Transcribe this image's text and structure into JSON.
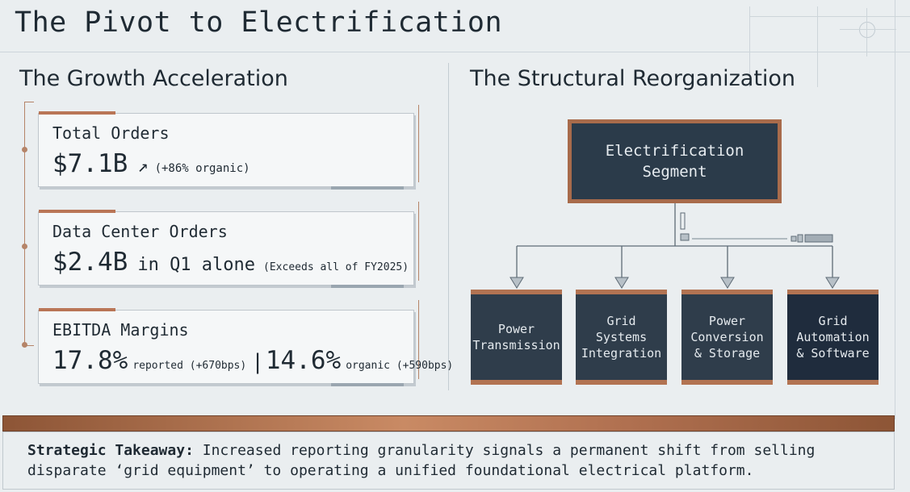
{
  "title": "The Pivot to Electrification",
  "left": {
    "heading": "The Growth Acceleration",
    "cards": [
      {
        "label": "Total Orders",
        "value": "$7.1B",
        "arrow": "↗",
        "note": "(+86% organic)"
      },
      {
        "label": "Data Center Orders",
        "value": "$2.4B",
        "suffix": "in Q1 alone",
        "note": "(Exceeds all of FY2025)"
      },
      {
        "label": "EBITDA Margins",
        "value1": "17.8%",
        "note1": "reported (+670bps)",
        "separator": "|",
        "value2": "14.6%",
        "note2": "organic (+590bps)"
      }
    ]
  },
  "right": {
    "heading": "The Structural Reorganization",
    "parent": "Electrification\nSegment",
    "segments": [
      "Power\nTransmission",
      "Grid\nSystems\nIntegration",
      "Power\nConversion\n& Storage",
      "Grid\nAutomation\n& Software"
    ]
  },
  "takeaway": {
    "label": "Strategic Takeaway:",
    "text": "Increased reporting granularity signals a permanent shift from selling disparate ‘grid equipment’ to operating a unified foundational electrical platform."
  },
  "colors": {
    "background": "#eaeef0",
    "navy": "#2f3d4b",
    "copper": "#b27352",
    "ink": "#1f2a33"
  }
}
